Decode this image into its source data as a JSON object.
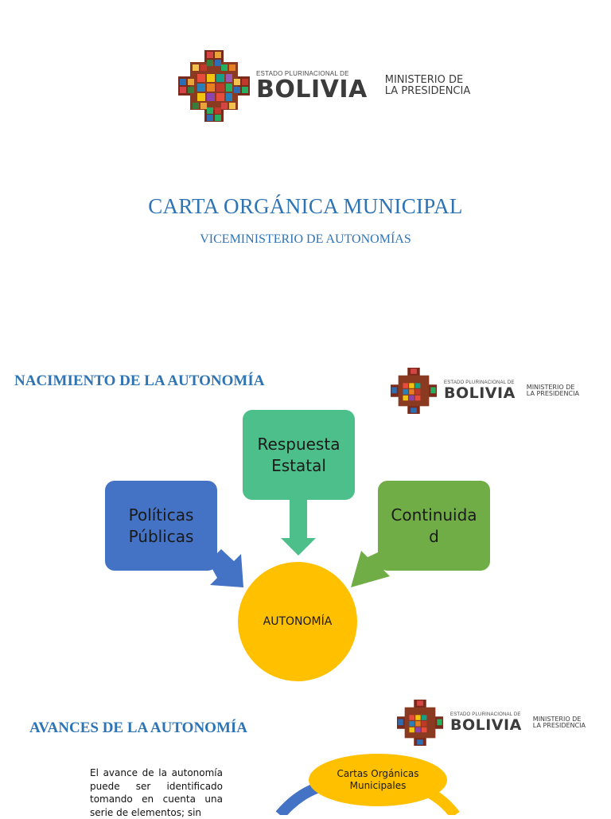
{
  "logo": {
    "small_text": "ESTADO PLURINACIONAL DE",
    "big_text": "BOLIVIA",
    "ministry_line1": "MINISTERIO DE",
    "ministry_line2": "LA PRESIDENCIA"
  },
  "cover": {
    "title": "CARTA ORGÁNICA MUNICIPAL",
    "subtitle": "VICEMINISTERIO DE AUTONOMÍAS"
  },
  "section1": {
    "title": "NACIMIENTO DE LA AUTONOMÍA",
    "boxes": {
      "left": "Políticas\nPúblicas",
      "top": "Respuesta\nEstatal",
      "right": "Continuida\nd"
    },
    "center": "AUTONOMÍA",
    "colors": {
      "left": "#4472c4",
      "top": "#4dbf8a",
      "right": "#70ad47",
      "center": "#ffc000"
    }
  },
  "section2": {
    "title": "AVANCES DE LA AUTONOMÍA",
    "paragraph": "El avance de la autonomía puede ser identificado tomando en cuenta una serie de elementos; sin",
    "oval": "Cartas Orgánicas Municipales"
  }
}
